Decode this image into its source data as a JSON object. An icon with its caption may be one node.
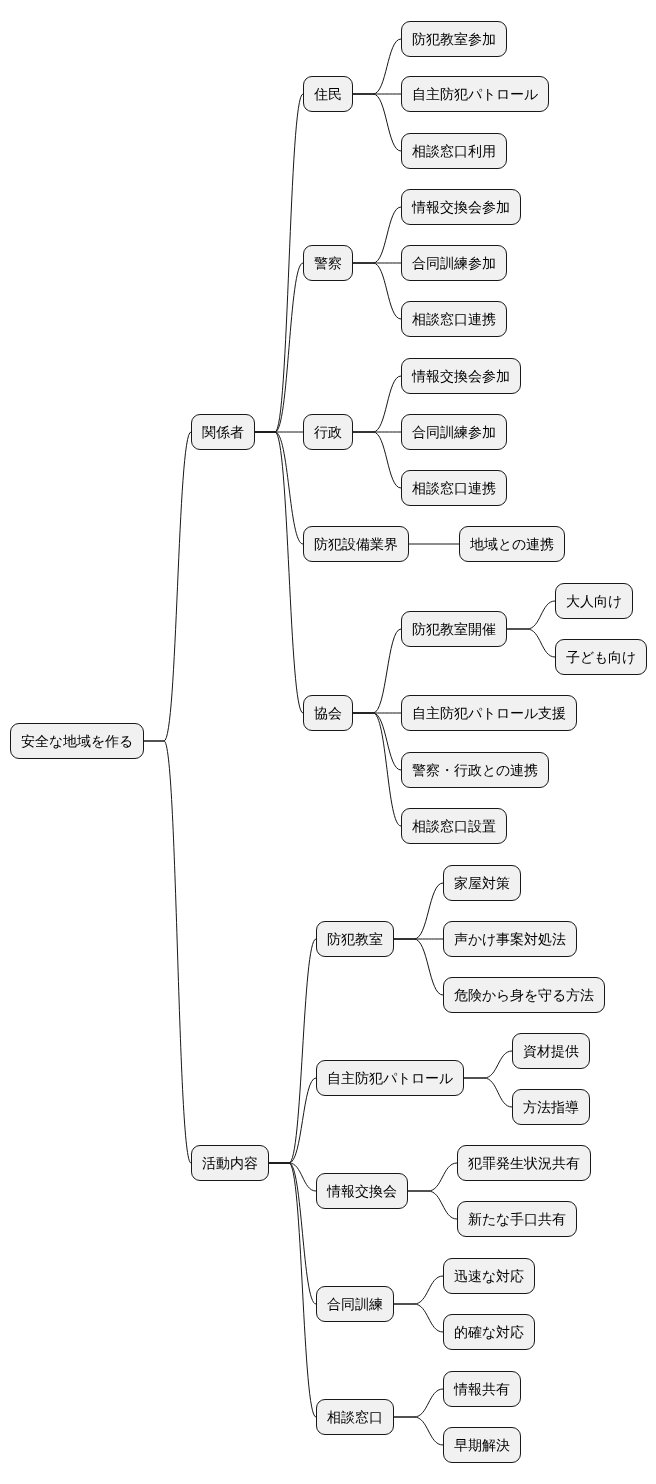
{
  "diagram": {
    "nodes": [
      {
        "text": [
          "安全な地域を作る"
        ]
      },
      {
        "text": [
          "関係者"
        ]
      },
      {
        "text": [
          "住民"
        ]
      },
      {
        "text": [
          "防犯教室参加"
        ]
      },
      {
        "text": [
          "自主防犯パトロール"
        ]
      },
      {
        "text": [
          "相談窓口利用"
        ]
      },
      {
        "text": [
          "警察"
        ]
      },
      {
        "text": [
          "情報交換会参加"
        ]
      },
      {
        "text": [
          "合同訓練参加"
        ]
      },
      {
        "text": [
          "相談窓口連携"
        ]
      },
      {
        "text": [
          "行政"
        ]
      },
      {
        "text": [
          "情報交換会参加"
        ]
      },
      {
        "text": [
          "合同訓練参加"
        ]
      },
      {
        "text": [
          "相談窓口連携"
        ]
      },
      {
        "text": [
          "防犯設備業界"
        ]
      },
      {
        "text": [
          "地域との連携"
        ]
      },
      {
        "text": [
          "協会"
        ]
      },
      {
        "text": [
          "防犯教室開催"
        ]
      },
      {
        "text": [
          "大人向け"
        ]
      },
      {
        "text": [
          "子ども向け"
        ]
      },
      {
        "text": [
          "自主防犯パトロール支援"
        ]
      },
      {
        "text": [
          "警察・行政との連携"
        ]
      },
      {
        "text": [
          "相談窓口設置"
        ]
      },
      {
        "text": [
          "活動内容"
        ]
      },
      {
        "text": [
          "防犯教室"
        ]
      },
      {
        "text": [
          "家屋対策"
        ]
      },
      {
        "text": [
          "声かけ事案対処法"
        ]
      },
      {
        "text": [
          "危険から身を守る方法"
        ]
      },
      {
        "text": [
          "自主防犯パトロール"
        ]
      },
      {
        "text": [
          "資材提供"
        ]
      },
      {
        "text": [
          "方法指導"
        ]
      },
      {
        "text": [
          "情報交換会"
        ]
      },
      {
        "text": [
          "犯罪発生状況共有"
        ]
      },
      {
        "text": [
          "新たな手口共有"
        ]
      },
      {
        "text": [
          "合同訓練"
        ]
      },
      {
        "text": [
          "迅速な対応"
        ]
      },
      {
        "text": [
          "的確な対応"
        ]
      },
      {
        "text": [
          "相談窓口"
        ]
      },
      {
        "text": [
          "情報共有"
        ]
      },
      {
        "text": [
          "早期解決"
        ]
      }
    ],
    "edges": [
      {
        "from": 0,
        "to": 1,
        "arrow": "none"
      },
      {
        "from": 1,
        "to": 2,
        "arrow": "none"
      },
      {
        "from": 2,
        "to": 3,
        "arrow": "none"
      },
      {
        "from": 2,
        "to": 4,
        "arrow": "none"
      },
      {
        "from": 2,
        "to": 5,
        "arrow": "none"
      },
      {
        "from": 1,
        "to": 6,
        "arrow": "none"
      },
      {
        "from": 6,
        "to": 7,
        "arrow": "none"
      },
      {
        "from": 6,
        "to": 8,
        "arrow": "none"
      },
      {
        "from": 6,
        "to": 9,
        "arrow": "none"
      },
      {
        "from": 1,
        "to": 10,
        "arrow": "none"
      },
      {
        "from": 10,
        "to": 11,
        "arrow": "none"
      },
      {
        "from": 10,
        "to": 12,
        "arrow": "none"
      },
      {
        "from": 10,
        "to": 13,
        "arrow": "none"
      },
      {
        "from": 1,
        "to": 14,
        "arrow": "none"
      },
      {
        "from": 14,
        "to": 15,
        "arrow": "none"
      },
      {
        "from": 1,
        "to": 16,
        "arrow": "none"
      },
      {
        "from": 16,
        "to": 17,
        "arrow": "none"
      },
      {
        "from": 17,
        "to": 18,
        "arrow": "none"
      },
      {
        "from": 17,
        "to": 19,
        "arrow": "none"
      },
      {
        "from": 16,
        "to": 20,
        "arrow": "none"
      },
      {
        "from": 16,
        "to": 21,
        "arrow": "none"
      },
      {
        "from": 16,
        "to": 22,
        "arrow": "none"
      },
      {
        "from": 0,
        "to": 23,
        "arrow": "none"
      },
      {
        "from": 23,
        "to": 24,
        "arrow": "none"
      },
      {
        "from": 24,
        "to": 25,
        "arrow": "none"
      },
      {
        "from": 24,
        "to": 26,
        "arrow": "none"
      },
      {
        "from": 24,
        "to": 27,
        "arrow": "none"
      },
      {
        "from": 23,
        "to": 28,
        "arrow": "none"
      },
      {
        "from": 28,
        "to": 29,
        "arrow": "none"
      },
      {
        "from": 28,
        "to": 30,
        "arrow": "none"
      },
      {
        "from": 23,
        "to": 31,
        "arrow": "none"
      },
      {
        "from": 31,
        "to": 32,
        "arrow": "none"
      },
      {
        "from": 31,
        "to": 33,
        "arrow": "none"
      },
      {
        "from": 23,
        "to": 34,
        "arrow": "none"
      },
      {
        "from": 34,
        "to": 35,
        "arrow": "none"
      },
      {
        "from": 34,
        "to": 36,
        "arrow": "none"
      },
      {
        "from": 23,
        "to": 37,
        "arrow": "none"
      },
      {
        "from": 37,
        "to": 38,
        "arrow": "none"
      },
      {
        "from": 37,
        "to": 39,
        "arrow": "none"
      }
    ]
  }
}
